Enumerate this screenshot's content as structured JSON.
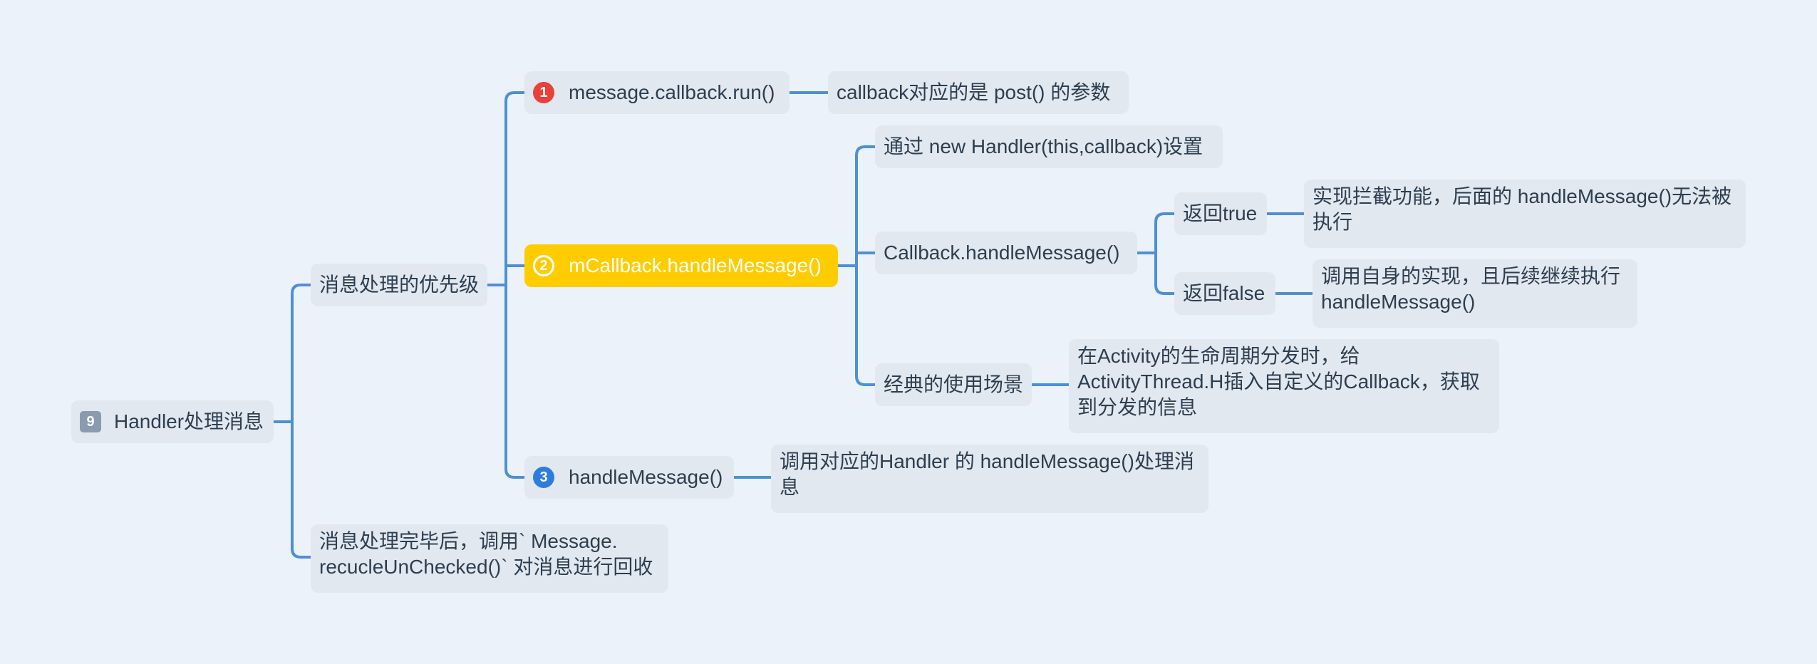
{
  "colors": {
    "background": "#ebf2f9",
    "node": "#e2e8ef",
    "highlight": "#ffcc00",
    "connector": "#4f8fd6",
    "badge_red": "#e9413a",
    "badge_blue": "#2d7de0"
  },
  "root": {
    "badge": "9",
    "label": "Handler处理消息"
  },
  "priority": {
    "label": "消息处理的优先级"
  },
  "recycle": {
    "label": "消息处理完毕后，调用` Message. recucleUnChecked()` 对消息进行回收"
  },
  "branch1": {
    "badge": "1",
    "label": "message.callback.run()",
    "note": "callback对应的是 post() 的参数"
  },
  "branch2": {
    "badge": "2",
    "label": "mCallback.handleMessage()",
    "set_via": "通过 new Handler(this,callback)设置",
    "callback": "Callback.handleMessage()",
    "ret_true": "返回true",
    "ret_true_note": "实现拦截功能，后面的 handleMessage()无法被执行",
    "ret_false": "返回false",
    "ret_false_note": "调用自身的实现，且后续继续执行 handleMessage()",
    "scenario": "经典的使用场景",
    "scenario_note": "在Activity的生命周期分发时，给 ActivityThread.H插入自定义的Callback，获取到分发的信息"
  },
  "branch3": {
    "badge": "3",
    "label": "handleMessage()",
    "note": "调用对应的Handler 的 handleMessage()处理消息"
  }
}
